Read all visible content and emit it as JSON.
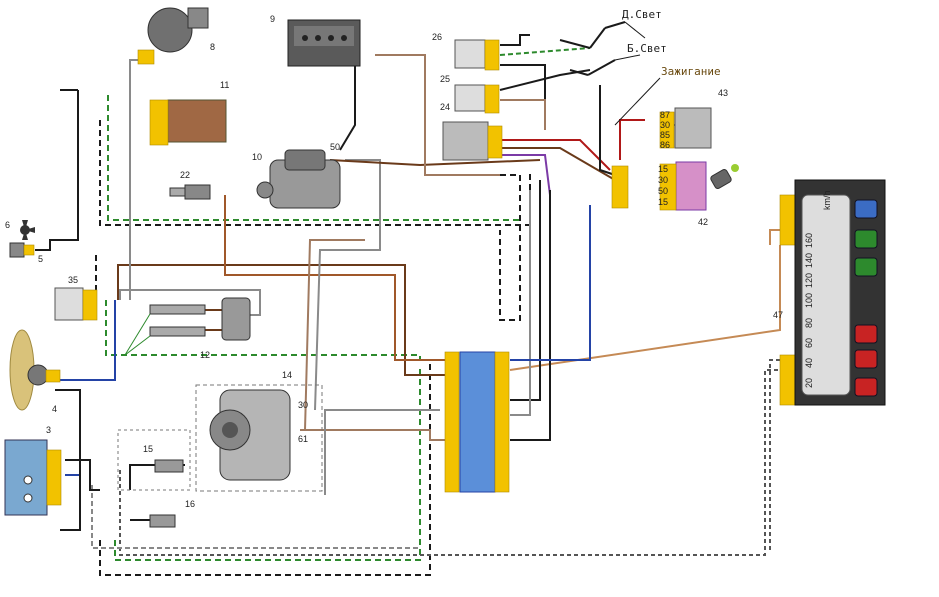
{
  "labels": {
    "high_beam": "Д.Свет",
    "low_beam": "Б.Свет",
    "ignition": "Зажигание"
  },
  "components": {
    "c3": "3",
    "c4": "4",
    "c5": "5",
    "c6": "6",
    "c8": "8",
    "c9": "9",
    "c10": "10",
    "c11": "11",
    "c12": "12",
    "c14": "14",
    "c15": "15",
    "c16": "16",
    "c22": "22",
    "c24": "24",
    "c25": "25",
    "c26": "26",
    "c35": "35",
    "c42": "42",
    "c43": "43",
    "c47": "47"
  },
  "terminals": {
    "t50": "50",
    "t30": "30",
    "t61": "61",
    "r87": "87",
    "r30": "30",
    "r85": "85",
    "r86": "86",
    "s15": "15",
    "s30": "30",
    "s50": "50",
    "s15b": "15"
  },
  "gauge": {
    "kmh": "km/h",
    "speeds": [
      "20",
      "40",
      "60",
      "80",
      "100",
      "120",
      "140",
      "160"
    ]
  },
  "colors": {
    "brown": "#6a3a1a",
    "black": "#1a1a1a",
    "red": "#b01818",
    "purple": "#7b3aa6",
    "blue": "#2443a6",
    "green": "#2d8a2d",
    "gray": "#8a8a8a",
    "tan": "#c58a55",
    "orange": "#d07a2a",
    "connector": "#f2c200",
    "fuse_blue": "#5b8fd9"
  },
  "icons": [
    "fan-icon",
    "headlight-icon",
    "ignition-key-icon"
  ]
}
